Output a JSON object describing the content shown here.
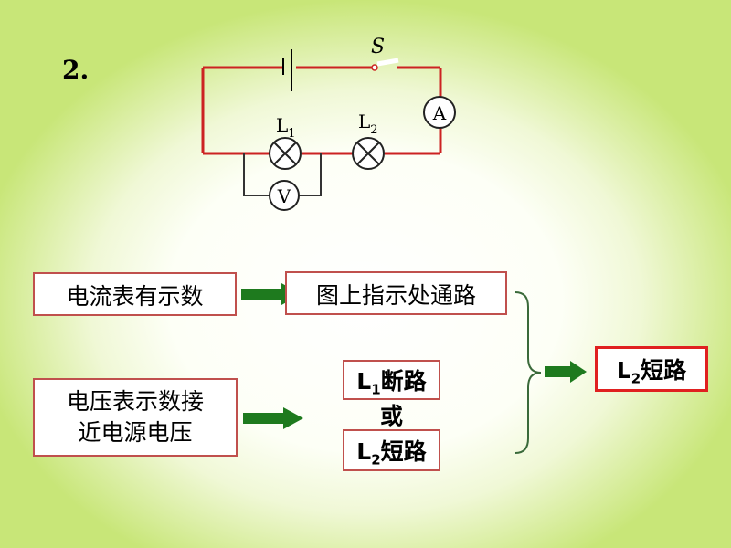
{
  "problem_number": "2.",
  "circuit": {
    "switch_label": "S",
    "ammeter_label": "A",
    "voltmeter_label": "V",
    "lamp1_label": "L",
    "lamp1_sub": "1",
    "lamp2_label": "L",
    "lamp2_sub": "2",
    "wire_color": "#cc2222",
    "branch_color": "#333333"
  },
  "flow": {
    "ammeter_reading": "电流表有示数",
    "conclusion_path": "图上指示处通路",
    "voltmeter_reading": "电压表示数接近电源电压",
    "voltmeter_reading_line1": "电压表示数接",
    "voltmeter_reading_line2": "近电源电压",
    "option1_prefix": "L",
    "option1_sub": "1",
    "option1_suffix": "断路",
    "or_text": "或",
    "option2_prefix": "L",
    "option2_sub": "2",
    "option2_suffix": "短路",
    "result_prefix": "L",
    "result_sub": "2",
    "result_suffix": "短路"
  },
  "colors": {
    "background": "#c8e678",
    "box_border": "#c0504d",
    "arrow_fill": "#1e7a1e",
    "brace": "#3a6a3a",
    "result_border": "#e02020"
  }
}
